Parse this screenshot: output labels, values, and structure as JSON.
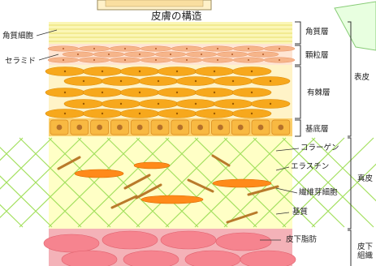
{
  "diagram": {
    "title": "皮膚の構造",
    "left_labels": {
      "stratum_corneum_cell": "角質細胞",
      "ceramide": "セラミド"
    },
    "layer_labels": {
      "stratum_corneum": "角質層",
      "granular_layer": "顆粒層",
      "spinous_layer": "有棘層",
      "basal_layer": "基底層"
    },
    "dermis_labels": {
      "collagen": "コラーゲン",
      "elastin": "エラスチン",
      "fibroblast": "繊維芽細胞",
      "matrix": "基質"
    },
    "subcutaneous_label": "皮下脂肪",
    "group_labels": {
      "epidermis": "表皮",
      "dermis": "真皮",
      "subcutaneous_line1": "皮下",
      "subcutaneous_line2": "組織"
    },
    "colors": {
      "corneum": "#f7f3a8",
      "granular": "#f6b58a",
      "spinous": "#f7a81c",
      "basal_bg": "#fbcf6c",
      "dermis": "#ffffc6",
      "collagen": "#a4e060",
      "elastin": "#b97a2b",
      "fibroblast": "#ff8a1a",
      "subcutaneous_bg": "#f4b2b8",
      "fat_cell": "#f6848f",
      "callout": "#e6ffe0"
    }
  }
}
